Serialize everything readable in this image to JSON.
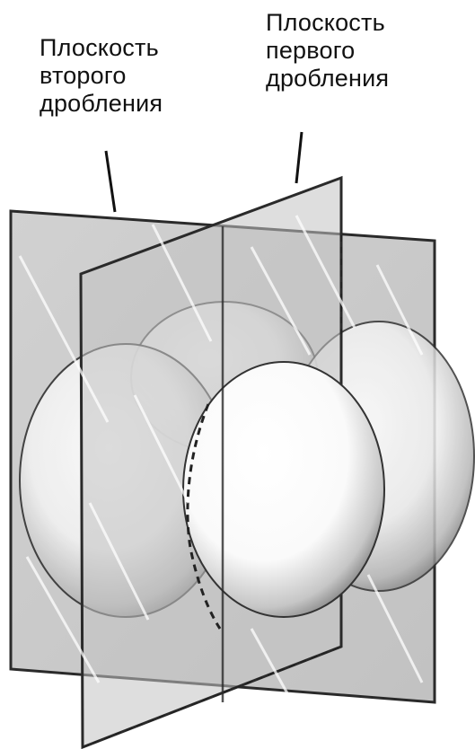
{
  "labels": {
    "second_plane": {
      "line1": "Плоскость",
      "line2": "второго",
      "line3": "дробления"
    },
    "first_plane": {
      "line1": "Плоскость",
      "line2": "первого",
      "line3": "дробления"
    }
  },
  "colors": {
    "plane_fill": "#c4c4c4",
    "plane_edge": "#2a2a2a",
    "sphere_fill": "#ffffff",
    "sphere_shadow": "#6d6d6d",
    "text": "#111111"
  }
}
